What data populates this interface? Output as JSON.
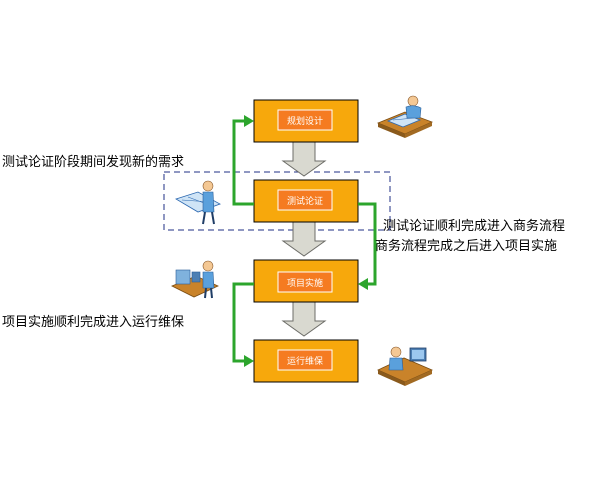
{
  "stages": [
    {
      "label": "规划设计"
    },
    {
      "label": "测试论证"
    },
    {
      "label": "项目实施"
    },
    {
      "label": "运行维保"
    }
  ],
  "notes": {
    "testing_discovery": "测试论证阶段期间发现新的需求",
    "testing_success_1": "测试论证顺利完成进入商务流程",
    "testing_success_2": "商务流程完成之后进入项目实施",
    "implementation_success": "项目实施顺利完成进入运行维保"
  },
  "colors": {
    "stage_fill": "#f7a80c",
    "stage_inner": "#f57b21",
    "flow_arrow": "#2ca52c",
    "dashed_frame": "#1f2f86"
  },
  "icons": [
    "designer-at-desk-icon",
    "person-with-plans-icon",
    "technician-at-machine-icon",
    "operator-at-computer-icon"
  ]
}
